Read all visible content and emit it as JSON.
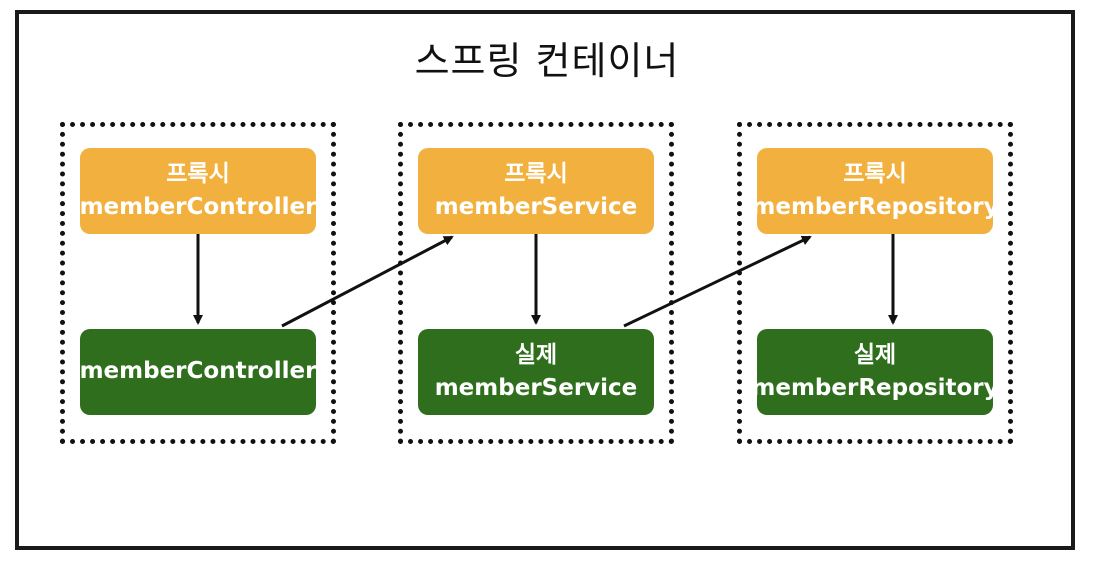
{
  "diagram": {
    "title": "스프링 컨테이너",
    "groups": [
      {
        "proxy": {
          "line1": "프록시",
          "line2": "memberController"
        },
        "real": {
          "line1": "",
          "line2": "memberController"
        }
      },
      {
        "proxy": {
          "line1": "프록시",
          "line2": "memberService"
        },
        "real": {
          "line1": "실제",
          "line2": "memberService"
        }
      },
      {
        "proxy": {
          "line1": "프록시",
          "line2": "memberRepository"
        },
        "real": {
          "line1": "실제",
          "line2": "memberRepository"
        }
      }
    ],
    "colors": {
      "proxy": "#f2b13e",
      "real": "#2e6e1d",
      "border": "#111111"
    }
  }
}
